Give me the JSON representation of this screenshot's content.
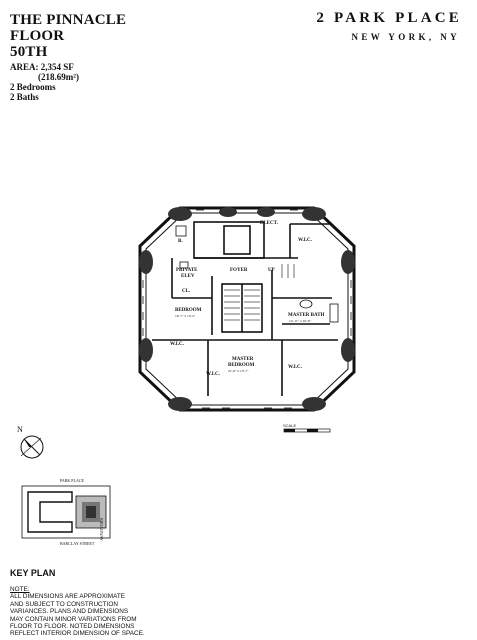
{
  "unit": {
    "title_line1": "THE PINNACLE",
    "title_line2": "FLOOR",
    "title_line3": "50TH"
  },
  "specs": {
    "area": "AREA: 2,354 SF",
    "area_metric": "(218.69m²)",
    "bedrooms": "2 Bedrooms",
    "baths": "2 Baths"
  },
  "building": {
    "name": "2 PARK PLACE",
    "city": "NEW YORK, NY"
  },
  "plan_rooms": {
    "b": "B.",
    "elec": "ELECT.",
    "wic_top": "W.I.C.",
    "private_elev": "PRIVATE",
    "private_elev2": "ELEV",
    "foyer": "FOYER",
    "up": "UP",
    "cl": "CL.",
    "bedroom": "BEDROOM",
    "bedroom_dim": "16'-7\" x 13'-2\"",
    "master_bath": "MASTER BATH",
    "master_bath_dim": "14'-11\" x 10'-6\"",
    "wic_left": "W.I.C.",
    "master_bedroom": "MASTER",
    "master_bedroom2": "BEDROOM",
    "master_bedroom_dim": "21'-6\" x 13'-7\"",
    "wic_bottom_left": "W.I.C.",
    "wic_bottom_right": "W.I.C."
  },
  "scale": {
    "label": "SCALE"
  },
  "compass": {
    "north": "N"
  },
  "key_plan": {
    "street_top": "PARK PLACE",
    "street_bottom": "BARCLAY STREET",
    "street_side": "BROADWAY",
    "heading": "KEY PLAN"
  },
  "note": {
    "heading": "NOTE:",
    "lines": [
      "ALL DIMENSIONS ARE APPROXIMATE",
      "AND SUBJECT TO CONSTRUCTION",
      "VARIANCES. PLANS AND DIMENSIONS",
      "MAY CONTAIN MINOR VARIATIONS FROM",
      "FLOOR TO FLOOR. NOTED DIMENSIONS",
      "REFLECT INTERIOR DIMENSION OF SPACE."
    ]
  }
}
